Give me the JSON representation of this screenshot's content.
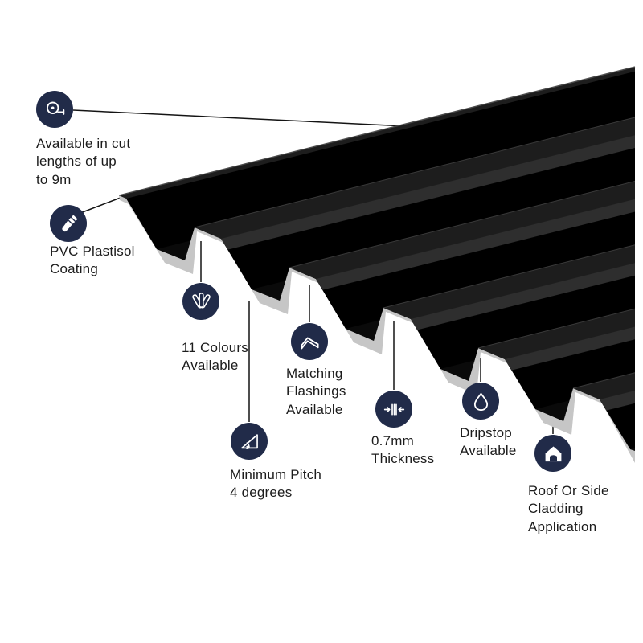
{
  "page": {
    "background": "#ffffff",
    "description": "Box profile black roofing sheet feature infographic"
  },
  "colors": {
    "badge": "#212b49",
    "icon": "#ffffff",
    "sheet_black": "#101010",
    "sheet_underside": "#c6c6c6",
    "leader_line": "#141414",
    "text": "#1c1c1c"
  },
  "callouts": [
    {
      "name": "cut-lengths",
      "icon": "tape-measure-icon",
      "lines": [
        "Available in cut",
        "lengths of up",
        "to 9m"
      ]
    },
    {
      "name": "pvc-coating",
      "icon": "paint-brush-icon",
      "lines": [
        "PVC Plastisol",
        "Coating"
      ]
    },
    {
      "name": "colours-available",
      "icon": "colour-swatch-fan-icon",
      "lines": [
        "11 Colours",
        "Available"
      ]
    },
    {
      "name": "matching-flashings",
      "icon": "flashing-profile-icon",
      "lines": [
        "Matching",
        "Flashings",
        "Available"
      ]
    },
    {
      "name": "minimum-pitch",
      "icon": "pitch-angle-icon",
      "lines": [
        "Minimum Pitch",
        "4 degrees"
      ]
    },
    {
      "name": "thickness",
      "icon": "thickness-gauge-icon",
      "lines": [
        "0.7mm",
        "Thickness"
      ]
    },
    {
      "name": "dripstop",
      "icon": "water-drop-icon",
      "lines": [
        "Dripstop",
        "Available"
      ]
    },
    {
      "name": "roof-side-cladding",
      "icon": "house-icon",
      "lines": [
        "Roof Or Side",
        "Cladding",
        "Application"
      ]
    }
  ]
}
